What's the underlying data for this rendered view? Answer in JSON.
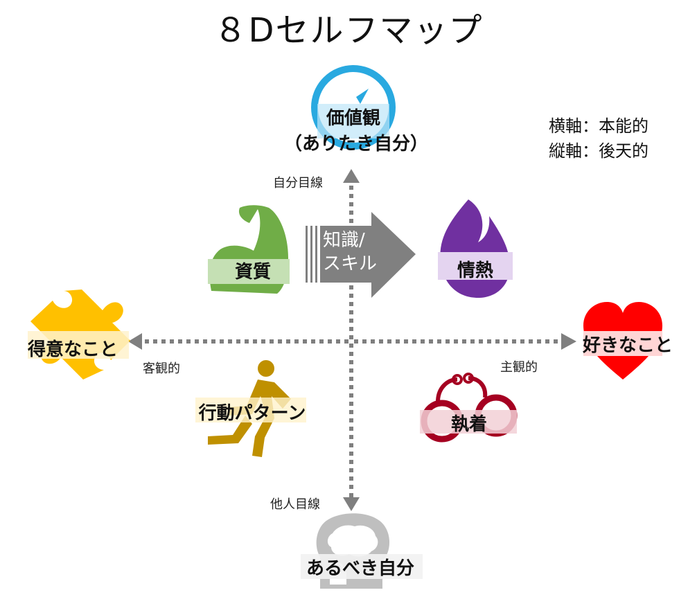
{
  "title": "８Dセルフマップ",
  "axis_note": {
    "horizontal": "横軸：本能的",
    "vertical": "縦軸：後天的"
  },
  "axes": {
    "top": "自分目線",
    "bottom": "他人目線",
    "left": "客観的",
    "right": "主観的"
  },
  "nodes": {
    "values": {
      "line1": "価値観",
      "line2": "（ありたき自分）",
      "icon": "compass-icon",
      "color": "#29a9e0"
    },
    "aptitude": {
      "label": "資質",
      "icon": "flexed-arm-icon",
      "color": "#70ad47"
    },
    "knowledge": {
      "line1": "知識/",
      "line2": "スキル",
      "icon": "arrow-icon",
      "color": "#808080"
    },
    "passion": {
      "label": "情熱",
      "icon": "flame-icon",
      "color": "#7030a0"
    },
    "strengths": {
      "label": "得意なこと",
      "icon": "puzzle-piece-icon",
      "color": "#ffc000"
    },
    "likes": {
      "label": "好きなこと",
      "icon": "heart-icon",
      "color": "#ff0000"
    },
    "behavior": {
      "label": "行動パターン",
      "icon": "running-person-icon",
      "color": "#bf9000"
    },
    "attachment": {
      "label": "執着",
      "icon": "handcuffs-icon",
      "color": "#a50021"
    },
    "ideal": {
      "label": "あるべき自分",
      "icon": "locked-brain-head-icon",
      "color": "#a6a6a6"
    }
  }
}
